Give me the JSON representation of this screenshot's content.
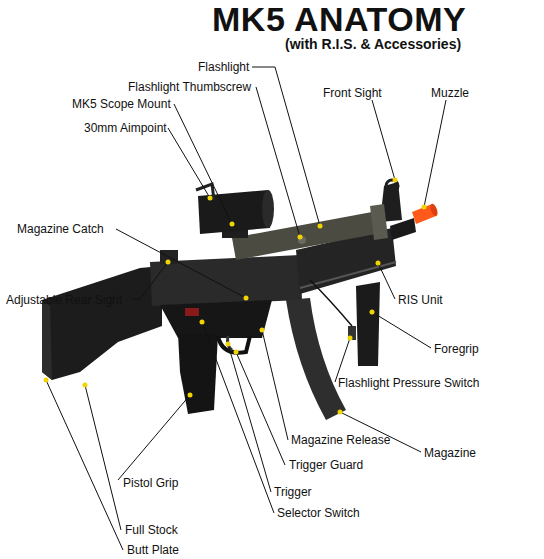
{
  "diagram": {
    "title": "MK5 ANATOMY",
    "labels": [
      "(with R.I.S. & Accessories)",
      "Flashlight",
      "Flashlight Thumbscrew",
      "MK5 Scope Mount",
      "30mm Aimpoint",
      "Front Sight",
      "Muzzle",
      "Magazine Catch",
      "Adjustable Rear Sight",
      "RIS Unit",
      "Foregrip",
      "Flashlight Pressure Switch",
      "Magazine Release",
      "Magazine",
      "Trigger Guard",
      "Pistol Grip",
      "Trigger",
      "Selector Switch",
      "Full Stock",
      "Butt Plate"
    ]
  }
}
